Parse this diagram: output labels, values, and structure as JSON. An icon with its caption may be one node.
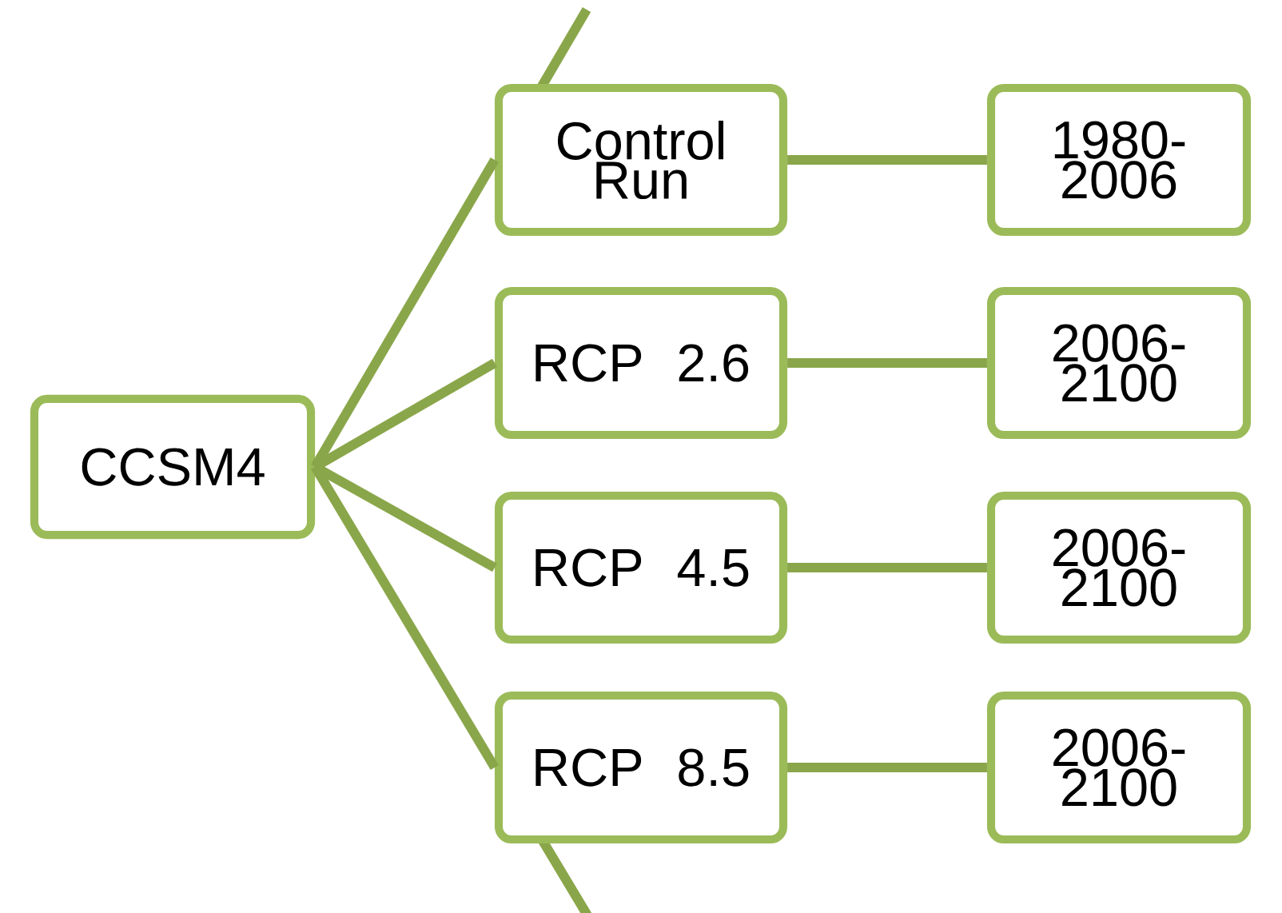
{
  "diagram": {
    "nodes": [
      {
        "text": [
          "CCSM4"
        ]
      },
      {
        "text": [
          "Control Run"
        ]
      },
      {
        "text": [
          "RCP 2.6"
        ]
      },
      {
        "text": [
          "RCP 4.5"
        ]
      },
      {
        "text": [
          "RCP 8.5"
        ]
      },
      {
        "text": [
          "1980-2006"
        ]
      },
      {
        "text": [
          "2006-2100"
        ]
      },
      {
        "text": [
          "2006-2100"
        ]
      },
      {
        "text": [
          "2006-2100"
        ]
      }
    ],
    "edges": [
      {
        "from": 0,
        "to": 1,
        "arrow": "none"
      },
      {
        "from": 0,
        "to": 2,
        "arrow": "none"
      },
      {
        "from": 0,
        "to": 3,
        "arrow": "none"
      },
      {
        "from": 0,
        "to": 4,
        "arrow": "none"
      },
      {
        "from": 1,
        "to": 5,
        "arrow": "none"
      },
      {
        "from": 2,
        "to": 6,
        "arrow": "none"
      },
      {
        "from": 3,
        "to": 7,
        "arrow": "none"
      },
      {
        "from": 4,
        "to": 8,
        "arrow": "none"
      }
    ]
  }
}
